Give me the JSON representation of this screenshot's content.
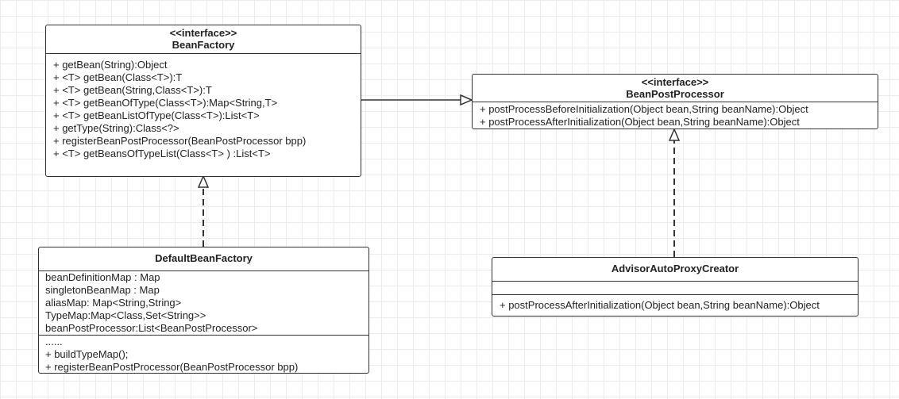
{
  "bean_factory": {
    "stereotype": "<<interface>>",
    "name": "BeanFactory",
    "methods": [
      "+ getBean(String):Object",
      "+ <T> getBean(Class<T>):T",
      "+ <T> getBean(String,Class<T>):T",
      "+ <T> getBeanOfType(Class<T>):Map<String,T>",
      "+ <T> getBeanListOfType(Class<T>):List<T>",
      "+ getType(String):Class<?>",
      "+ registerBeanPostProcessor(BeanPostProcessor bpp)",
      "+ <T> getBeansOfTypeList(Class<T> ) :List<T>"
    ]
  },
  "bean_post_processor": {
    "stereotype": "<<interface>>",
    "name": "BeanPostProcessor",
    "methods": [
      "+ postProcessBeforeInitialization(Object bean,String beanName):Object",
      "+ postProcessAfterInitialization(Object bean,String beanName):Object"
    ]
  },
  "default_bean_factory": {
    "name": "DefaultBeanFactory",
    "attributes": [
      "beanDefinitionMap : Map",
      "singletonBeanMap : Map",
      "aliasMap: Map<String,String>",
      "TypeMap:Map<Class,Set<String>>",
      "beanPostProcessor:List<BeanPostProcessor>"
    ],
    "methods": [
      "......",
      "+ buildTypeMap();",
      "+ registerBeanPostProcessor(BeanPostProcessor bpp)"
    ]
  },
  "advisor_auto_proxy_creator": {
    "name": "AdvisorAutoProxyCreator",
    "methods": [
      "+ postProcessAfterInitialization(Object bean,String beanName):Object"
    ]
  }
}
